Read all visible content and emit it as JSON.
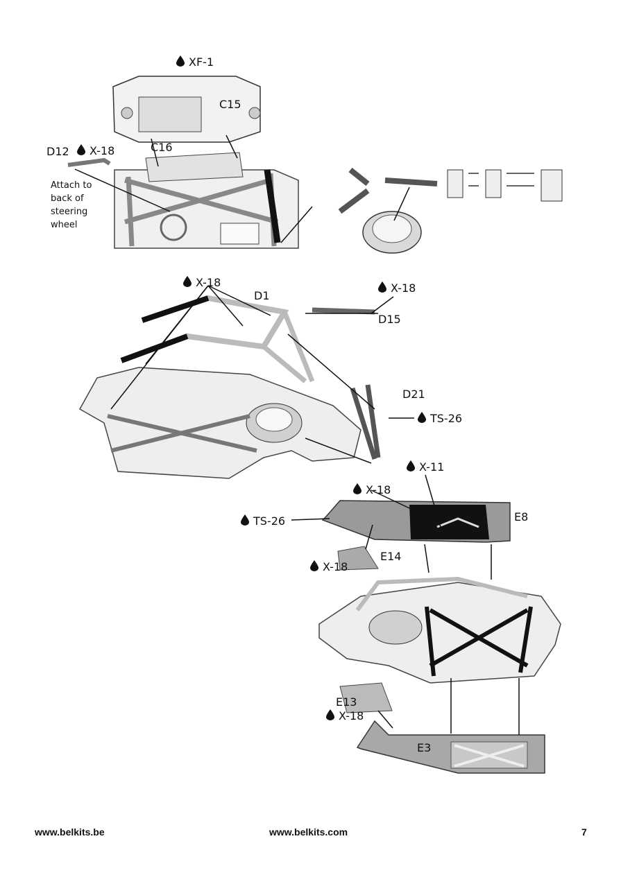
{
  "labels": {
    "xf1_top": "XF-1",
    "c15": "C15",
    "c16": "C16",
    "d12": "D12",
    "x18_d12": "X-18",
    "x18_rollcage": "X-18",
    "d1": "D1",
    "x18_d15": "X-18",
    "d15": "D15",
    "d21": "D21",
    "ts26_d21": "TS-26",
    "x11": "X-11",
    "x18_e8": "X-18",
    "e8": "E8",
    "ts26_e8": "TS-26",
    "e14": "E14",
    "x18_e14": "X-18",
    "e13": "E13",
    "x18_e13": "X-18",
    "e3": "E3"
  },
  "notes": {
    "attach_steering": "Attach to\nback of\nsteering\nwheel"
  },
  "footer": {
    "left": "www.belkits.be",
    "center": "www.belkits.com",
    "page": "7"
  },
  "colors": {
    "ink": "#111111",
    "part_fill": "#e6e6e6",
    "part_dark": "#8a8a8a",
    "black_paint": "#1a1a1a"
  },
  "icons": [
    "paint-drop-icon"
  ]
}
